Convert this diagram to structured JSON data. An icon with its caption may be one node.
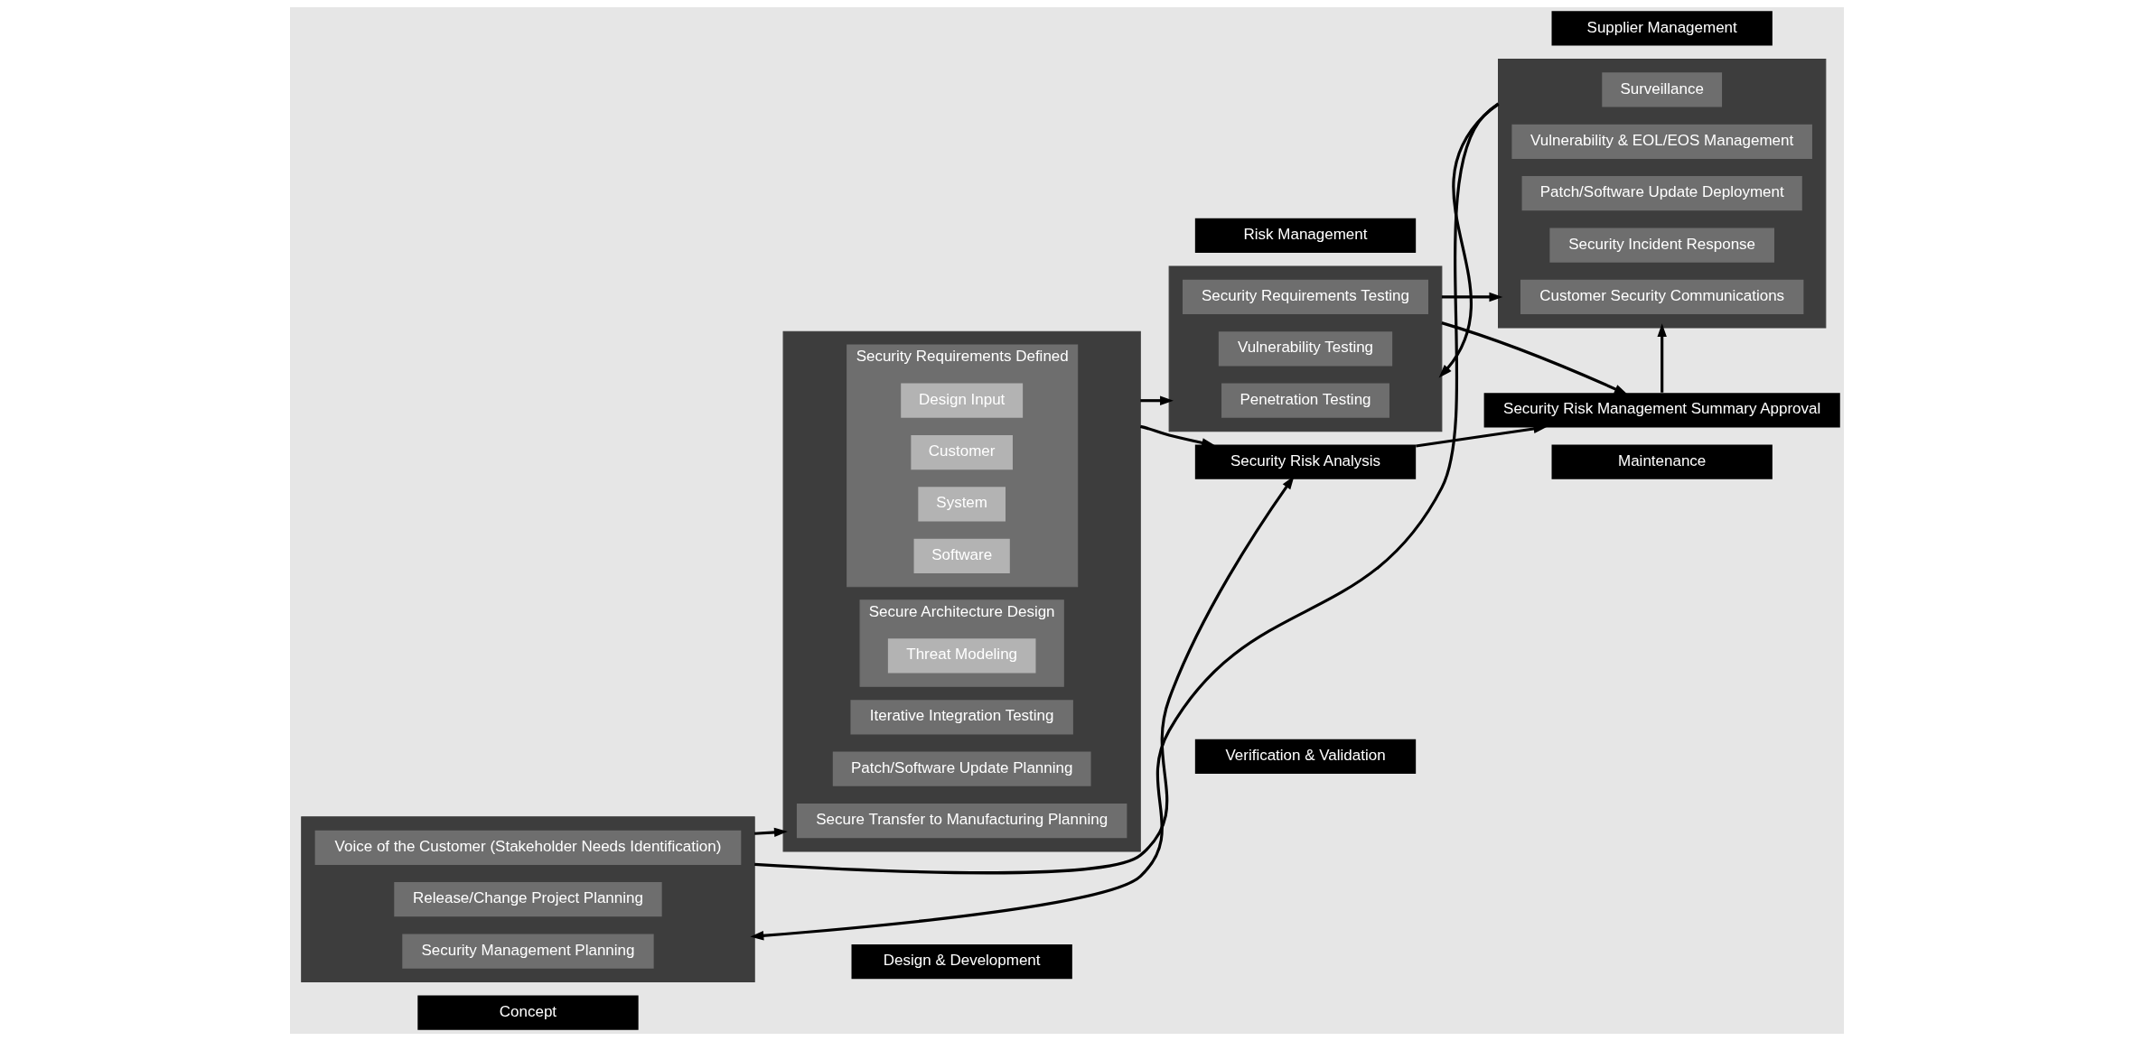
{
  "diagram": {
    "nodes": [
      {
        "text": [
          "Concept"
        ]
      },
      {
        "text": [
          "Design & Development"
        ]
      },
      {
        "text": [
          "Verification & Validation"
        ]
      },
      {
        "text": [
          "Maintenance"
        ]
      },
      {
        "text": [],
        "shape": "box"
      },
      {
        "text": [
          "Voice of the Customer (Stakeholder Needs Identification)"
        ],
        "in": 4
      },
      {
        "text": [
          "Release/Change Project Planning"
        ],
        "in": 4
      },
      {
        "text": [
          "Security Management Planning"
        ],
        "in": 4
      },
      {
        "text": [],
        "shape": "box"
      },
      {
        "text": [
          "Security Requirements Defined"
        ],
        "in": 8
      },
      {
        "text": [
          "Design Input"
        ],
        "in": 9
      },
      {
        "text": [
          "Customer"
        ],
        "in": 9
      },
      {
        "text": [
          "System"
        ],
        "in": 9
      },
      {
        "text": [
          "Software"
        ],
        "in": 9
      },
      {
        "text": [
          "Secure Architecture Design"
        ],
        "in": 8
      },
      {
        "text": [
          "Threat Modeling"
        ],
        "in": 14
      },
      {
        "text": [
          "Iterative Integration Testing"
        ],
        "in": 8
      },
      {
        "text": [
          "Patch/Software Update Planning"
        ],
        "in": 8
      },
      {
        "text": [
          "Secure Transfer to Manufacturing Planning"
        ],
        "in": 8
      },
      {
        "text": [],
        "shape": "box"
      },
      {
        "text": [
          "Security Requirements Testing"
        ],
        "in": 19
      },
      {
        "text": [
          "Vulnerability Testing"
        ],
        "in": 19
      },
      {
        "text": [
          "Penetration Testing"
        ],
        "in": 19
      },
      {
        "text": [],
        "shape": "box"
      },
      {
        "text": [
          "Surveillance"
        ],
        "in": 23
      },
      {
        "text": [
          "Vulnerability & EOL/EOS Management"
        ],
        "in": 23
      },
      {
        "text": [
          "Patch/Software Update Deployment"
        ],
        "in": 23
      },
      {
        "text": [
          "Security Incident Response"
        ],
        "in": 23
      },
      {
        "text": [
          "Customer Security Communications"
        ],
        "in": 23
      },
      {
        "text": [
          "Risk Management"
        ]
      },
      {
        "text": [
          "Security Risk Analysis"
        ]
      },
      {
        "text": [
          "Security Risk Management Summary Approval"
        ]
      },
      {
        "text": [
          "Supplier Management"
        ]
      }
    ],
    "edges": [
      {
        "from": 4,
        "to": 8,
        "arrow": "to"
      },
      {
        "from": 4,
        "to": 30,
        "arrow": "to"
      },
      {
        "from": 8,
        "to": 19,
        "arrow": "to"
      },
      {
        "from": 8,
        "to": 30,
        "arrow": "to"
      },
      {
        "from": 19,
        "to": 23,
        "arrow": "to"
      },
      {
        "from": 19,
        "to": 31,
        "arrow": "to"
      },
      {
        "from": 23,
        "to": 4,
        "arrow": "to"
      },
      {
        "from": 23,
        "to": 19,
        "arrow": "to"
      },
      {
        "from": 30,
        "to": 31,
        "arrow": "to"
      },
      {
        "from": 31,
        "to": 23,
        "arrow": "to"
      }
    ]
  }
}
